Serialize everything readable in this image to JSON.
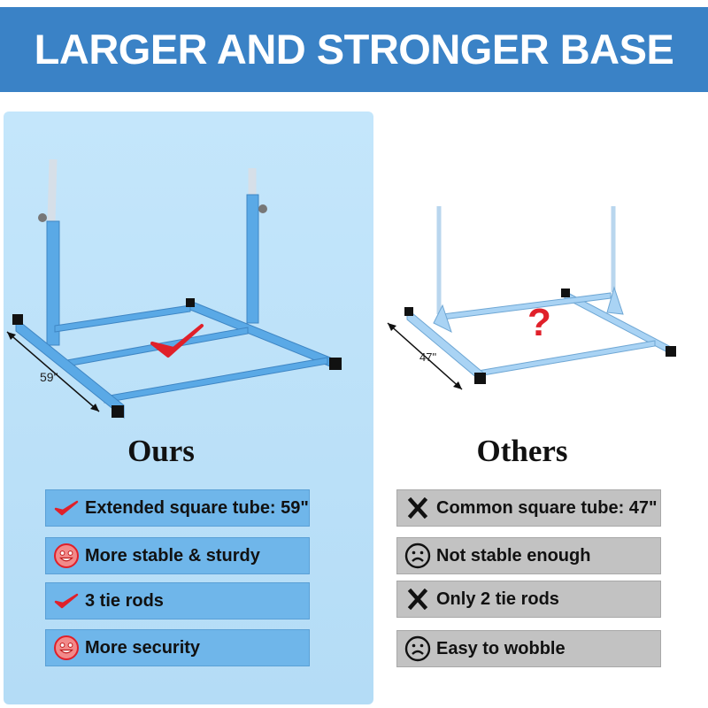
{
  "banner": {
    "title": "LARGER AND STRONGER BASE",
    "color": "#3a82c6"
  },
  "ours": {
    "heading": "Ours",
    "dimension_label": "59\"",
    "features": [
      {
        "label": "Extended square tube: 59\"",
        "icon": "check-icon"
      },
      {
        "label": "More stable & sturdy",
        "icon": "smiley-icon"
      },
      {
        "label": "3 tie rods",
        "icon": "check-icon"
      },
      {
        "label": "More security",
        "icon": "smiley-icon"
      }
    ]
  },
  "others": {
    "heading": "Others",
    "dimension_label": "47\"",
    "question_mark": "?",
    "features": [
      {
        "label": "Common square tube: 47\"",
        "icon": "x-icon"
      },
      {
        "label": "Not stable enough",
        "icon": "frown-icon"
      },
      {
        "label": "Only 2 tie rods",
        "icon": "x-icon"
      },
      {
        "label": "Easy to wobble",
        "icon": "frown-icon"
      }
    ]
  },
  "colors": {
    "frame_blue": "#5aa9e6",
    "check_red": "#e0202a",
    "ours_box": "#6fb6ea",
    "others_box": "#c2c2c2"
  }
}
